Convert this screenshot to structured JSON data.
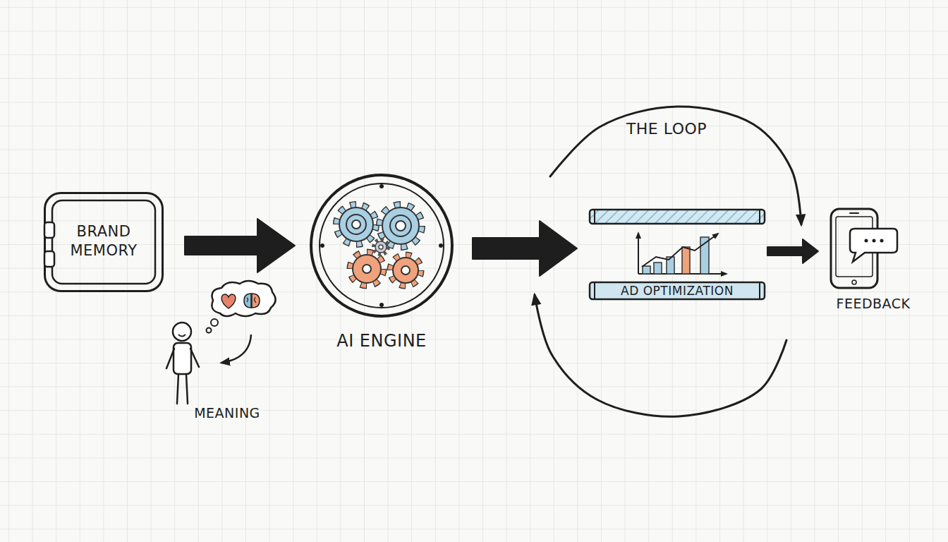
{
  "diagram": {
    "nodes": [
      {
        "text": [
          "BRAND MEMORY"
        ]
      },
      {
        "text": [
          "AI ENGINE"
        ]
      },
      {
        "text": [
          "AD OPTIMIZATION"
        ]
      },
      {
        "text": [
          "FEEDBACK"
        ]
      }
    ],
    "edges": [
      {
        "from": 0,
        "to": 1,
        "arrow": "to"
      },
      {
        "from": 1,
        "to": 2,
        "arrow": "to"
      },
      {
        "from": 2,
        "to": 3,
        "arrow": "to"
      },
      {
        "from": 2,
        "to": 3,
        "label": "THE LOOP",
        "arrow": "to"
      },
      {
        "from": 3,
        "to": 2,
        "arrow": "to"
      }
    ],
    "labels": [
      "MEANING"
    ]
  }
}
